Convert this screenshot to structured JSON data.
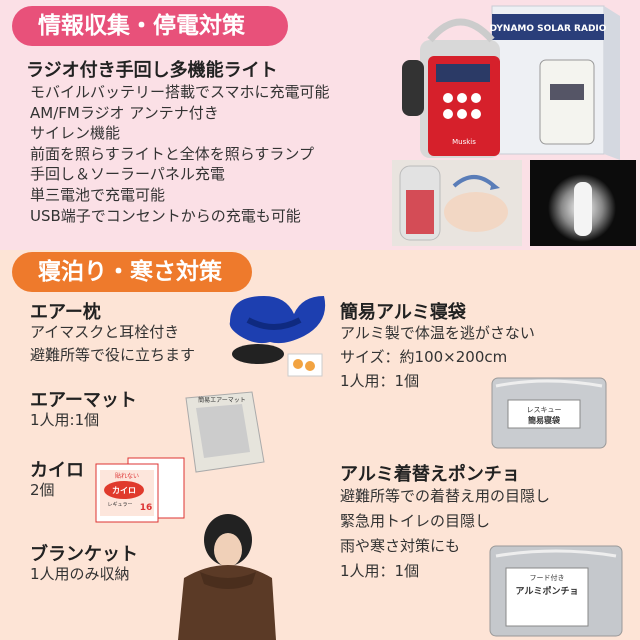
{
  "section1": {
    "title": "情報収集・停電対策",
    "product": "ラジオ付き手回し多機能ライト",
    "features": [
      "モバイルバッテリー搭載でスマホに充電可能",
      "AM/FMラジオ アンテナ付き",
      "サイレン機能",
      "前面を照らすライトと全体を照らすランプ",
      "手回し＆ソーラーパネル充電",
      "単三電池で充電可能",
      "USB端子でコンセントからの充電も可能"
    ],
    "box_label": "DYNAMO SOLAR RADIO",
    "radio_brand": "Muskis"
  },
  "section2": {
    "title": "寝泊り・寒さ対策",
    "air_pillow": {
      "name": "エアー枕",
      "lines": [
        "アイマスクと耳栓付き",
        "避難所等で役に立ちます"
      ]
    },
    "air_mat": {
      "name": "エアーマット",
      "qty": "1人用:1個",
      "pkg_label": "簡易エアーマット"
    },
    "kairo": {
      "name": "カイロ",
      "qty": "2個",
      "pkg_top": "貼れない",
      "pkg_main": "カイロ",
      "pkg_sub": "レギュラー",
      "pkg_hours": "16"
    },
    "blanket": {
      "name": "ブランケット",
      "qty": "1人用のみ収納"
    },
    "sleeping_bag": {
      "name": "簡易アルミ寝袋",
      "lines": [
        "アルミ製で体温を逃がさない",
        "サイズ：約100×200cm",
        "1人用：1個"
      ],
      "pkg_label1": "レスキュー",
      "pkg_label2": "簡易寝袋"
    },
    "poncho": {
      "name": "アルミ着替えポンチョ",
      "lines": [
        "避難所等での着替え用の目隠し",
        "緊急用トイレの目隠し",
        "雨や寒さ対策にも",
        "1人用：1個"
      ],
      "pkg_label1": "フード付き",
      "pkg_label2": "アルミポンチョ"
    }
  }
}
